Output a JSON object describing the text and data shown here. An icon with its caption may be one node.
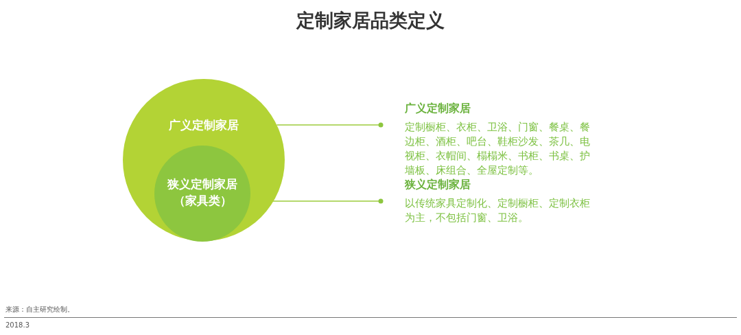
{
  "diagram": {
    "title": "定制家居品类定义",
    "nodes": [
      {
        "text": [
          "广义定制家居"
        ]
      },
      {
        "text": [
          "狭义定制家居（家具类）"
        ],
        "in": 0
      },
      {
        "text": [
          "广义定制家居",
          "定制橱柜、衣柜、卫浴、门窗、餐桌、餐边柜、酒柜、吧台、鞋柜沙发、茶几、电视柜、衣帽间、榻榻米、书柜、书桌、护墙板、床组合、全屋定制等。"
        ]
      },
      {
        "text": [
          "狭义定制家居",
          "以传统家具定制化、定制橱柜、定制衣柜为主，不包括门窗、卫浴。"
        ]
      }
    ],
    "edges": [
      {
        "from": 0,
        "to": 2,
        "arrow": "other"
      },
      {
        "from": 1,
        "to": 3,
        "arrow": "other"
      }
    ],
    "labels": [
      "来源：自主研究绘制。",
      "2018.3"
    ]
  }
}
